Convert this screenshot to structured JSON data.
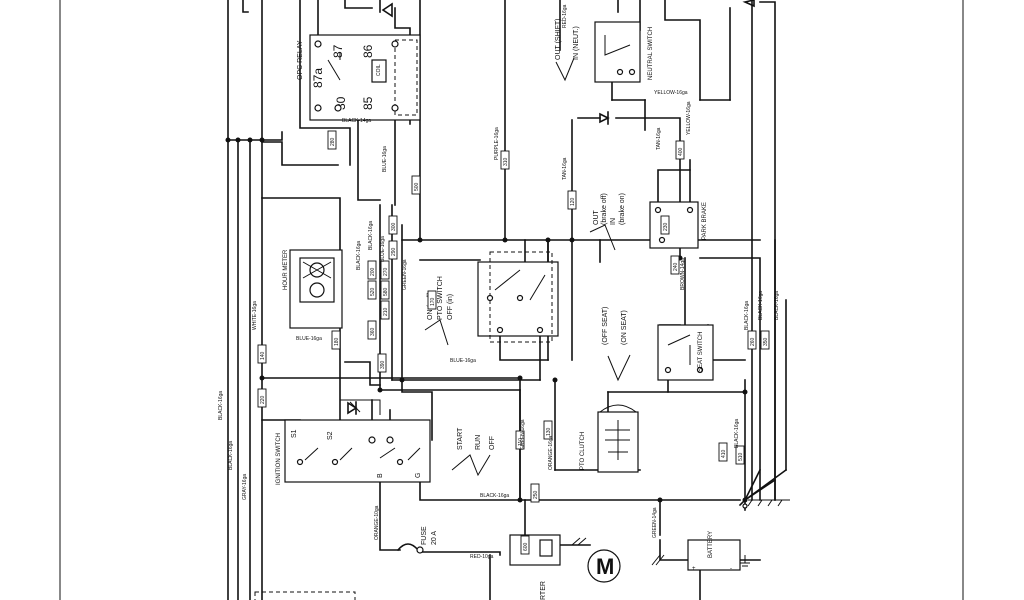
{
  "components": {
    "opc_relay": {
      "title": "OPC RELAY",
      "pins": {
        "p87a": "87a",
        "p87": "87",
        "p86": "86",
        "p30": "30",
        "p85": "85"
      },
      "coil": "COIL"
    },
    "hour_meter": {
      "title": "HOUR\nMETER"
    },
    "pto_switch": {
      "title": "PTO SWITCH",
      "state_on": "ON (pull)",
      "state_off": "OFF (in)"
    },
    "park_brake": {
      "title": "PARK BRAKE",
      "state_out": "OUT",
      "state_in": "IN",
      "note_off": "(brake off)",
      "note_on": "(brake on)"
    },
    "neutral_switch": {
      "title": "NEUTRAL\nSWITCH",
      "state_out": "OUT (SHIFT)",
      "state_in": "IN (NEUT.)"
    },
    "seat_switch": {
      "title": "SEAT SWITCH",
      "state_off": "(OFF SEAT)",
      "state_on": "(ON SEAT)"
    },
    "pto_clutch": {
      "title": "PTO\nCLUTCH"
    },
    "ignition_switch": {
      "title": "IGNITION SWITCH",
      "terminals": {
        "s1": "S1",
        "s2": "S2",
        "b": "B",
        "g": "G"
      },
      "positions": {
        "start": "START",
        "run": "RUN",
        "off": "OFF"
      }
    },
    "fuse": {
      "label": "FUSE",
      "rating": "20 A"
    },
    "battery": {
      "title": "BATTERY",
      "plus": "+",
      "minus": "-"
    },
    "starter": {
      "label": "RTER",
      "motor": "M"
    }
  },
  "wires": {
    "black_16ga": "BLACK-16ga",
    "black_14ga": "BLACK-14ga",
    "brown_14ga": "BROWN-14ga",
    "blue_16ga": "BLUE-16ga",
    "purple_16ga": "PURPLE-16ga",
    "tan_16ga": "TAN-16ga",
    "yellow_16ga": "YELLOW-16ga",
    "green_16ga": "GREEN-16ga",
    "green_14ga": "GREEN-14ga",
    "orange_16ga": "ORANGE-16ga",
    "orange_10ga": "ORANGE-10ga",
    "white_16ga": "WHITE-16ga",
    "gray_16ga": "GRAY-16ga",
    "red_16ga": "RED-16ga",
    "red_10ga": "RED-10ga"
  },
  "wire_numbers": [
    "280",
    "300",
    "290",
    "500",
    "310",
    "270",
    "580",
    "210",
    "200",
    "520",
    "360",
    "180",
    "140",
    "220",
    "390",
    "170",
    "110",
    "130",
    "120",
    "400",
    "230",
    "240",
    "260",
    "350",
    "510",
    "410",
    "250",
    "600"
  ]
}
